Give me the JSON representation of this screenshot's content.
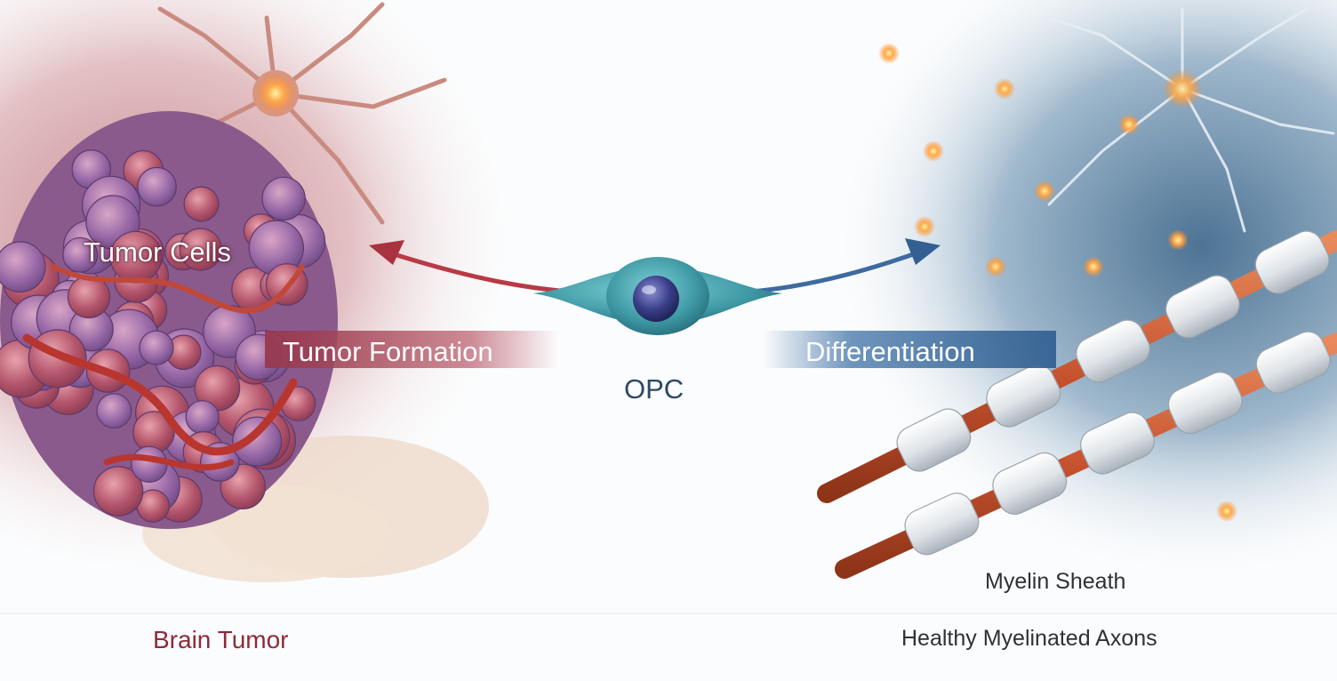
{
  "labels": {
    "tumor_cells": "Tumor Cells",
    "tumor_formation": "Tumor Formation",
    "opc": "OPC",
    "differentiation": "Differentiation",
    "myelin_sheath": "Myelin Sheath",
    "brain_tumor": "Brain Tumor",
    "healthy_axons": "Healthy Myelinated Axons"
  },
  "colors": {
    "tumor_accent": "#8e2a3a",
    "healthy_accent": "#2e4f78",
    "opc_cell": "#3f9aa6",
    "opc_nucleus": "#3a3f8a",
    "axon": "#c5512d",
    "myelin": "#e6e8ea"
  },
  "icons": {
    "left_arrow": "arrow-to-tumor-icon",
    "right_arrow": "arrow-to-differentiation-icon",
    "opc": "opc-cell-icon",
    "neuron": "neuron-icon"
  }
}
